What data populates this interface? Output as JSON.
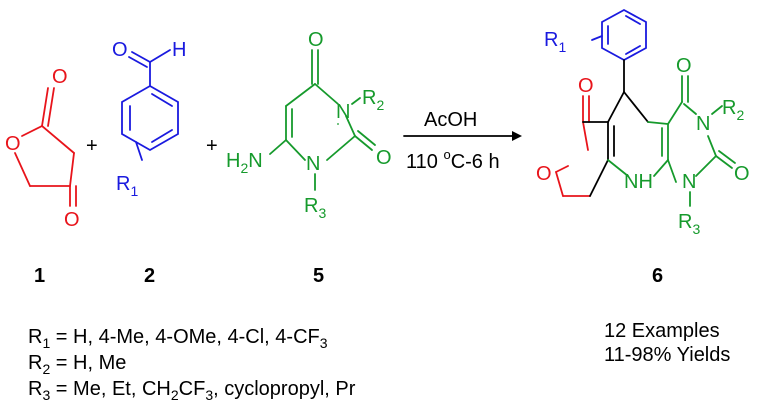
{
  "labels": {
    "o_ketone": "O",
    "o_lactone_carbonyl": "O",
    "o_ring": "O",
    "aldehyde_o": "O",
    "aldehyde_h": "H",
    "r1_main": "R",
    "r1_sub": "1",
    "uracil_o_top": "O",
    "uracil_n3": "N",
    "uracil_r2_main": "R",
    "uracil_r2_sub": "2",
    "uracil_o_right": "O",
    "uracil_n1": "N",
    "uracil_r3_main": "R",
    "uracil_r3_sub": "3",
    "amine_h": "H",
    "amine_h_sub": "2",
    "amine_n": "N",
    "plus": "+",
    "prod_o_lactone": "O",
    "prod_o_ring": "O",
    "prod_r1_main": "R",
    "prod_r1_sub": "1",
    "prod_o_top": "O",
    "prod_n3": "N",
    "prod_r2_main": "R",
    "prod_r2_sub": "2",
    "prod_o_right": "O",
    "prod_nh": "NH",
    "prod_n1": "N",
    "prod_r3_main": "R",
    "prod_r3_sub": "3"
  },
  "arrow": {
    "reagent": "AcOH",
    "condition_pre": "110 ",
    "condition_sup": "o",
    "condition_post": "C-6 h"
  },
  "compound_numbers": [
    "1",
    "2",
    "5",
    "6"
  ],
  "legend": {
    "r1_label": "R",
    "r1_sub": "1",
    "r1_text": " = H, 4-Me, 4-OMe, 4-Cl, 4-CF",
    "r1_tail_sub": "3",
    "r2_label": "R",
    "r2_sub": "2",
    "r2_text": " = H, Me",
    "r3_label": "R",
    "r3_sub": "3",
    "r3_text_a": " = Me, Et, CH",
    "r3_sub_a": "2",
    "r3_text_b": "CF",
    "r3_sub_b": "3",
    "r3_text_c": ", cyclopropyl, Pr"
  },
  "summary": {
    "examples": "12 Examples",
    "yields": "11-98% Yields"
  },
  "colors": {
    "red": "#e8141b",
    "blue": "#1a1adf",
    "green": "#169a2c",
    "black": "#000000"
  }
}
